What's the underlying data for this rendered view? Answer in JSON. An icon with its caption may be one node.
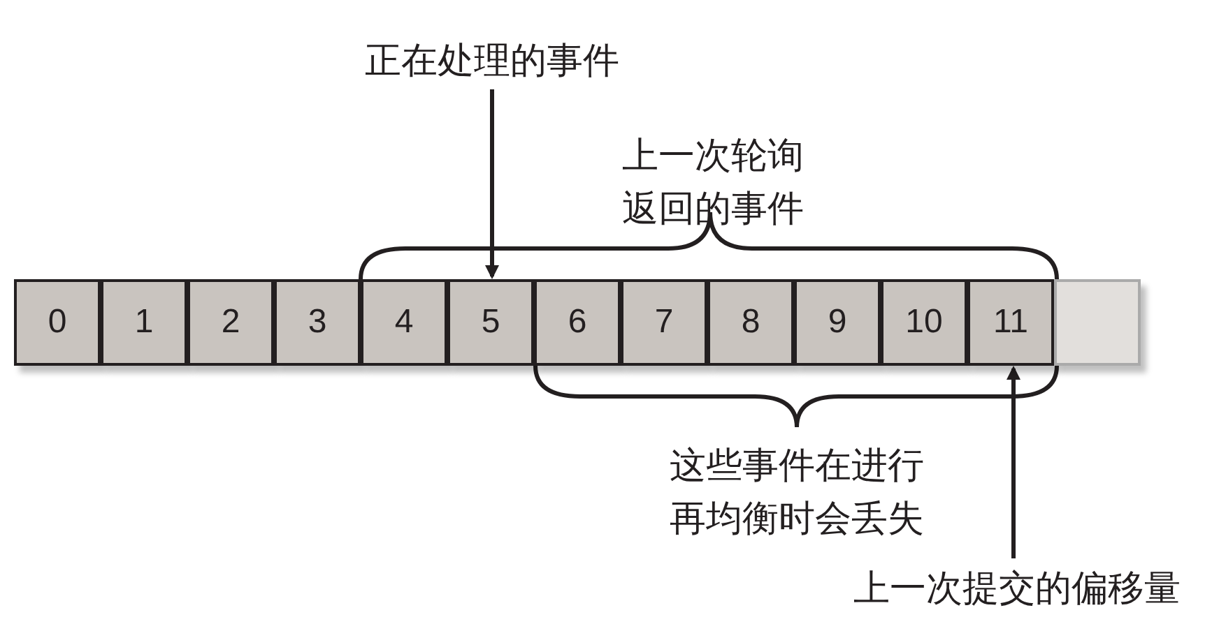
{
  "diagram": {
    "nodes": [
      {
        "text": [
          "0"
        ]
      },
      {
        "text": [
          "1"
        ]
      },
      {
        "text": [
          "2"
        ]
      },
      {
        "text": [
          "3"
        ]
      },
      {
        "text": [
          "4"
        ]
      },
      {
        "text": [
          "5"
        ]
      },
      {
        "text": [
          "6"
        ]
      },
      {
        "text": [
          "7"
        ]
      },
      {
        "text": [
          "8"
        ]
      },
      {
        "text": [
          "9"
        ]
      },
      {
        "text": [
          "10"
        ]
      },
      {
        "text": [
          "11"
        ]
      },
      {
        "text": [],
        "shape": "box"
      },
      {
        "text": [
          "正在处理的事件"
        ]
      },
      {
        "text": [
          "上一次提交的偏移量"
        ]
      }
    ],
    "edges": [
      {
        "from": 13,
        "to": 5,
        "arrow": "to"
      },
      {
        "from": 14,
        "to": 11,
        "arrow": "to"
      }
    ],
    "labels": [
      "上一次轮询返回的事件",
      "这些事件在进行再均衡时会丢失"
    ]
  }
}
